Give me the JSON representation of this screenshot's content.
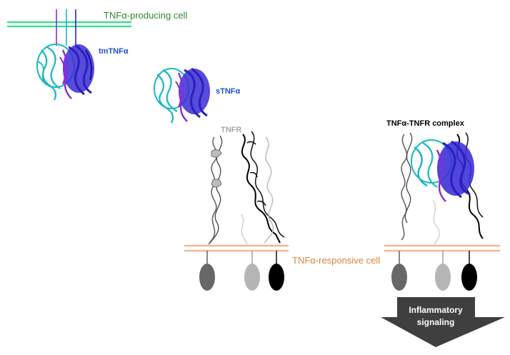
{
  "labels": {
    "producing_cell": "TNFα-producing cell",
    "tm_tnf": "tmTNFα",
    "s_tnf": "sTNFα",
    "tnfr": "TNFR",
    "complex": "TNFα-TNFR complex",
    "responsive_cell": "TNFα-responsive cell",
    "signal_line1": "Inflammatory",
    "signal_line2": "signaling"
  },
  "colors": {
    "producing_membrane": "#33e08f",
    "responsive_membrane": "#f4b48a",
    "producing_text": "#2e8b2e",
    "responsive_text": "#d9863a",
    "tnf_label": "#1f4fd6",
    "tnf_cyan": "#19b8c4",
    "tnf_blue": "#2a1fbf",
    "tnf_purple": "#8a2bd6",
    "receptor_dark": "#5a5a5a",
    "receptor_light": "#b5b5b5",
    "receptor_black": "#000000",
    "arrow": "#3f3f3f"
  }
}
